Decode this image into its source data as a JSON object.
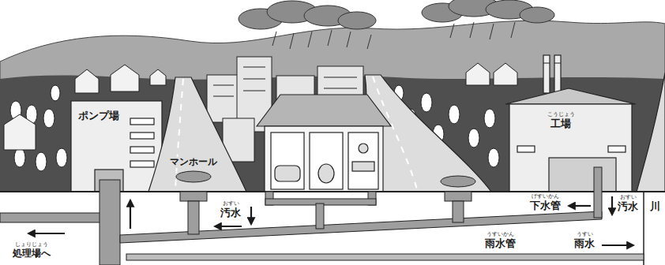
{
  "diagram": {
    "labels": [
      "ポンプ場",
      "マンホール",
      "こうじょう",
      "工場",
      "おすい",
      "汚水",
      "げすいかん",
      "下水管",
      "おすい",
      "汚水",
      "うすいかん",
      "雨水管",
      "うすい",
      "雨水",
      "川",
      "しょりじょう",
      "処理場へ"
    ]
  }
}
